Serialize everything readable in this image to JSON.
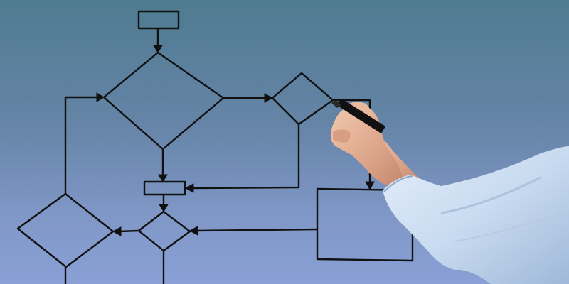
{
  "scene": {
    "subject": "hand-drawn-flowchart",
    "background_top": "#4f7b90",
    "background_bottom": "#8aa0d6",
    "ink_color": "#111111",
    "sleeve_color": "#cfe0f4",
    "skin_color": "#e7b69a"
  },
  "shapes": {
    "start_box": "process-box",
    "main_decision": "decision-diamond",
    "right_decision": "decision-diamond",
    "middle_box": "process-box",
    "lower_decision": "decision-diamond",
    "left_decision": "decision-diamond",
    "large_box": "process-box"
  }
}
